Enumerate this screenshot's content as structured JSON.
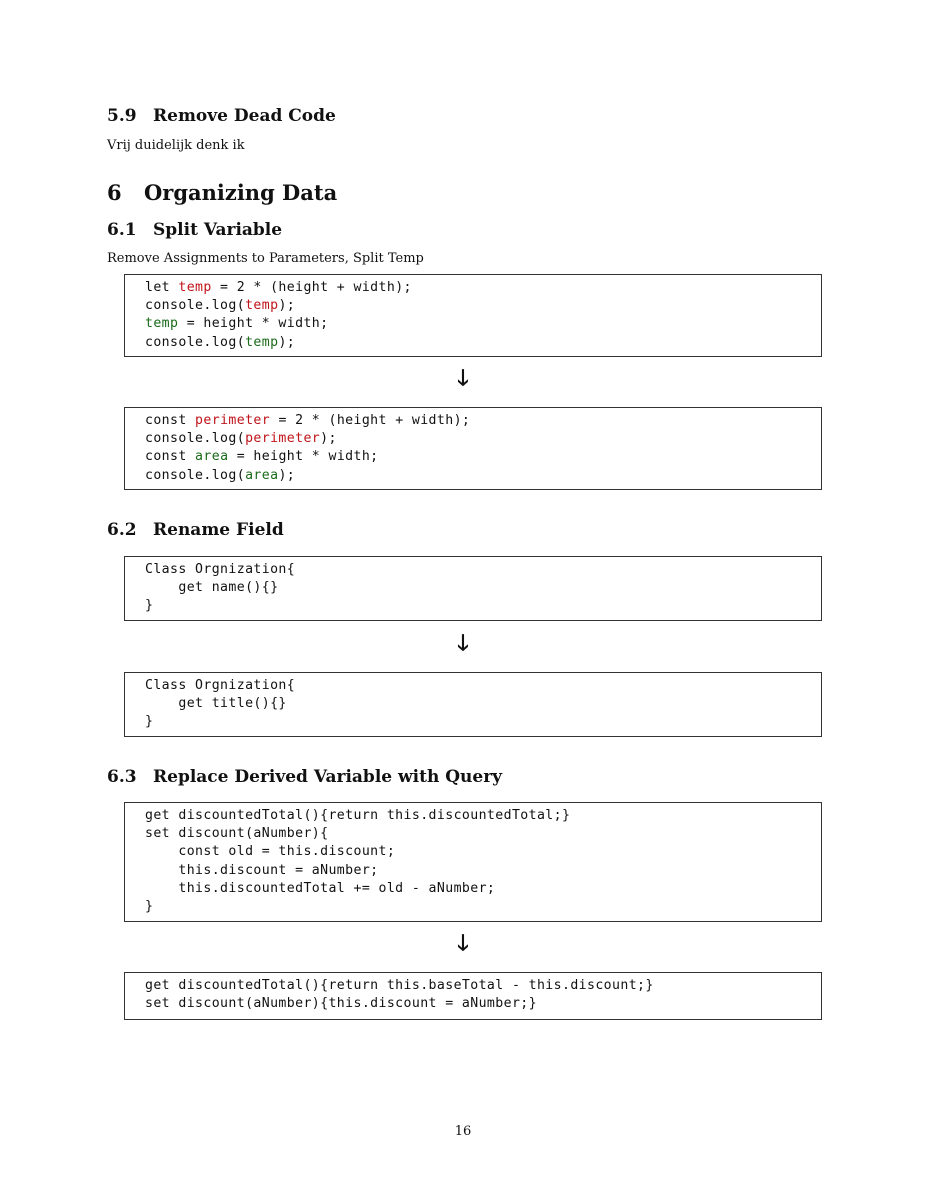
{
  "sec59": {
    "num": "5.9",
    "title": "Remove Dead Code",
    "text": "Vrij duidelijk denk ik"
  },
  "sec6": {
    "num": "6",
    "title": "Organizing Data"
  },
  "sec61": {
    "num": "6.1",
    "title": "Split Variable",
    "text": "Remove Assignments to Parameters, Split Temp",
    "before": {
      "l1a": "let ",
      "l1b": "temp",
      "l1c": " = 2 * (height + width);",
      "l2a": "console.log(",
      "l2b": "temp",
      "l2c": ");",
      "l3b": "temp",
      "l3c": " = height * width;",
      "l4a": "console.log(",
      "l4b": "temp",
      "l4c": ");"
    },
    "after": {
      "l1a": "const ",
      "l1b": "perimeter",
      "l1c": " = 2 * (height + width);",
      "l2a": "console.log(",
      "l2b": "perimeter",
      "l2c": ");",
      "l3a": "const ",
      "l3b": "area",
      "l3c": " = height * width;",
      "l4a": "console.log(",
      "l4b": "area",
      "l4c": ");"
    }
  },
  "sec62": {
    "num": "6.2",
    "title": "Rename Field",
    "before": [
      "Class Orgnization{",
      "    get name(){}",
      "}"
    ],
    "after": [
      "Class Orgnization{",
      "    get title(){}",
      "}"
    ]
  },
  "sec63": {
    "num": "6.3",
    "title": "Replace Derived Variable with Query",
    "before": [
      "get discountedTotal(){return this.discountedTotal;}",
      "set discount(aNumber){",
      "    const old = this.discount;",
      "    this.discount = aNumber;",
      "    this.discountedTotal += old - aNumber;",
      "}"
    ],
    "after": [
      "get discountedTotal(){return this.baseTotal - this.discount;}",
      "set discount(aNumber){this.discount = aNumber;}"
    ]
  },
  "arrow": "🡓",
  "page_number": "16"
}
